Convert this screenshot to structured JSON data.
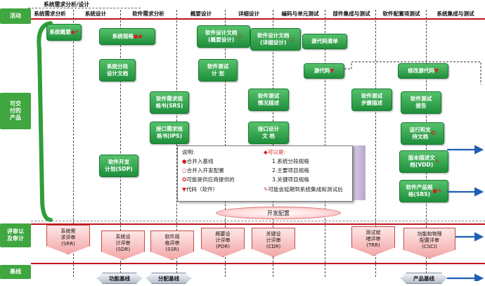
{
  "top_label": "系统需求分析/设计",
  "left_tabs": {
    "activity": "活动",
    "deliverables": "可交\n付的\n产品",
    "review": "评审以\n及审计",
    "baseline": "基线"
  },
  "columns": [
    "系统需求分析",
    "系统设计",
    "软件需求分析",
    "概要设计",
    "详细设计",
    "编码与单元测试",
    "部件集成与测试",
    "软件配置项测试",
    "系统集成与测试"
  ],
  "products": [
    {
      "text": "系统概要",
      "mark": "◆•"
    },
    {
      "text": "系统规格",
      "mark": "●◆"
    },
    {
      "text": "系统分段\n设计文档",
      "mark": ""
    },
    {
      "text": "软件需求规\n格书(SRS)",
      "mark": ""
    },
    {
      "text": "接口需求规\n格书(IPS)",
      "mark": ""
    },
    {
      "text": "软件开发\n计划(SDP)",
      "mark": ""
    },
    {
      "text": "软件设计文档\n(概要设计)",
      "mark": "○"
    },
    {
      "text": "软件测试\n计    划",
      "mark": ""
    },
    {
      "text": "软件设计文档\n(详细设计)",
      "mark": "○"
    },
    {
      "text": "软件测试\n情况描述",
      "mark": ""
    },
    {
      "text": "接口设计\n文    档",
      "mark": ""
    },
    {
      "text": "源代码清单",
      "mark": ""
    },
    {
      "text": "源代码",
      "mark": "▼"
    },
    {
      "text": "软件测试\n步骤描述",
      "mark": ""
    },
    {
      "text": "修改源代码",
      "mark": "▼"
    },
    {
      "text": "软件测试\n报告",
      "mark": ""
    },
    {
      "text": "运行和支\n持文档",
      "mark": "✪"
    },
    {
      "text": "版本描述文\n档(VDD)",
      "mark": "✎"
    },
    {
      "text": "软件产品规\n格(SRS)",
      "mark": "●✎"
    }
  ],
  "legend": {
    "title": "说明:",
    "items": [
      {
        "mark": "●",
        "text": "合并入基线"
      },
      {
        "mark": "○",
        "text": "合并入开发配置"
      },
      {
        "mark": "✪",
        "text": "可能是供应商提供的"
      },
      {
        "mark": "▼",
        "text": "代码（软件）"
      }
    ],
    "right_title": "◆可以是:",
    "right_items": [
      "1.系统分段规格",
      "2.主要项目规格",
      "3.关键项目规格"
    ],
    "note": "可能会延期到系统集成和测试后"
  },
  "dev_config": "开发配置",
  "reviews": [
    "系统需\n求评审\n(SRR)",
    "系统设\n计评审\n(SDR)",
    "软件规\n格评审\n(SSR)",
    "概要设\n计评审\n(PDR)",
    "关键设\n计评审\n(CDR)",
    "测试就\n绪评审\n(TRR)",
    "功能和物理\n配置评审\n(CSCI)"
  ],
  "baselines": [
    "功能基线",
    "分配基线",
    "产品基线"
  ],
  "colors": {
    "tab_green": "#3fa640",
    "product_green": "#1f8f3c",
    "review_pink": "#f3a7a7",
    "divider_red": "#c0141b",
    "arrow_blue": "#1f5fb8"
  }
}
